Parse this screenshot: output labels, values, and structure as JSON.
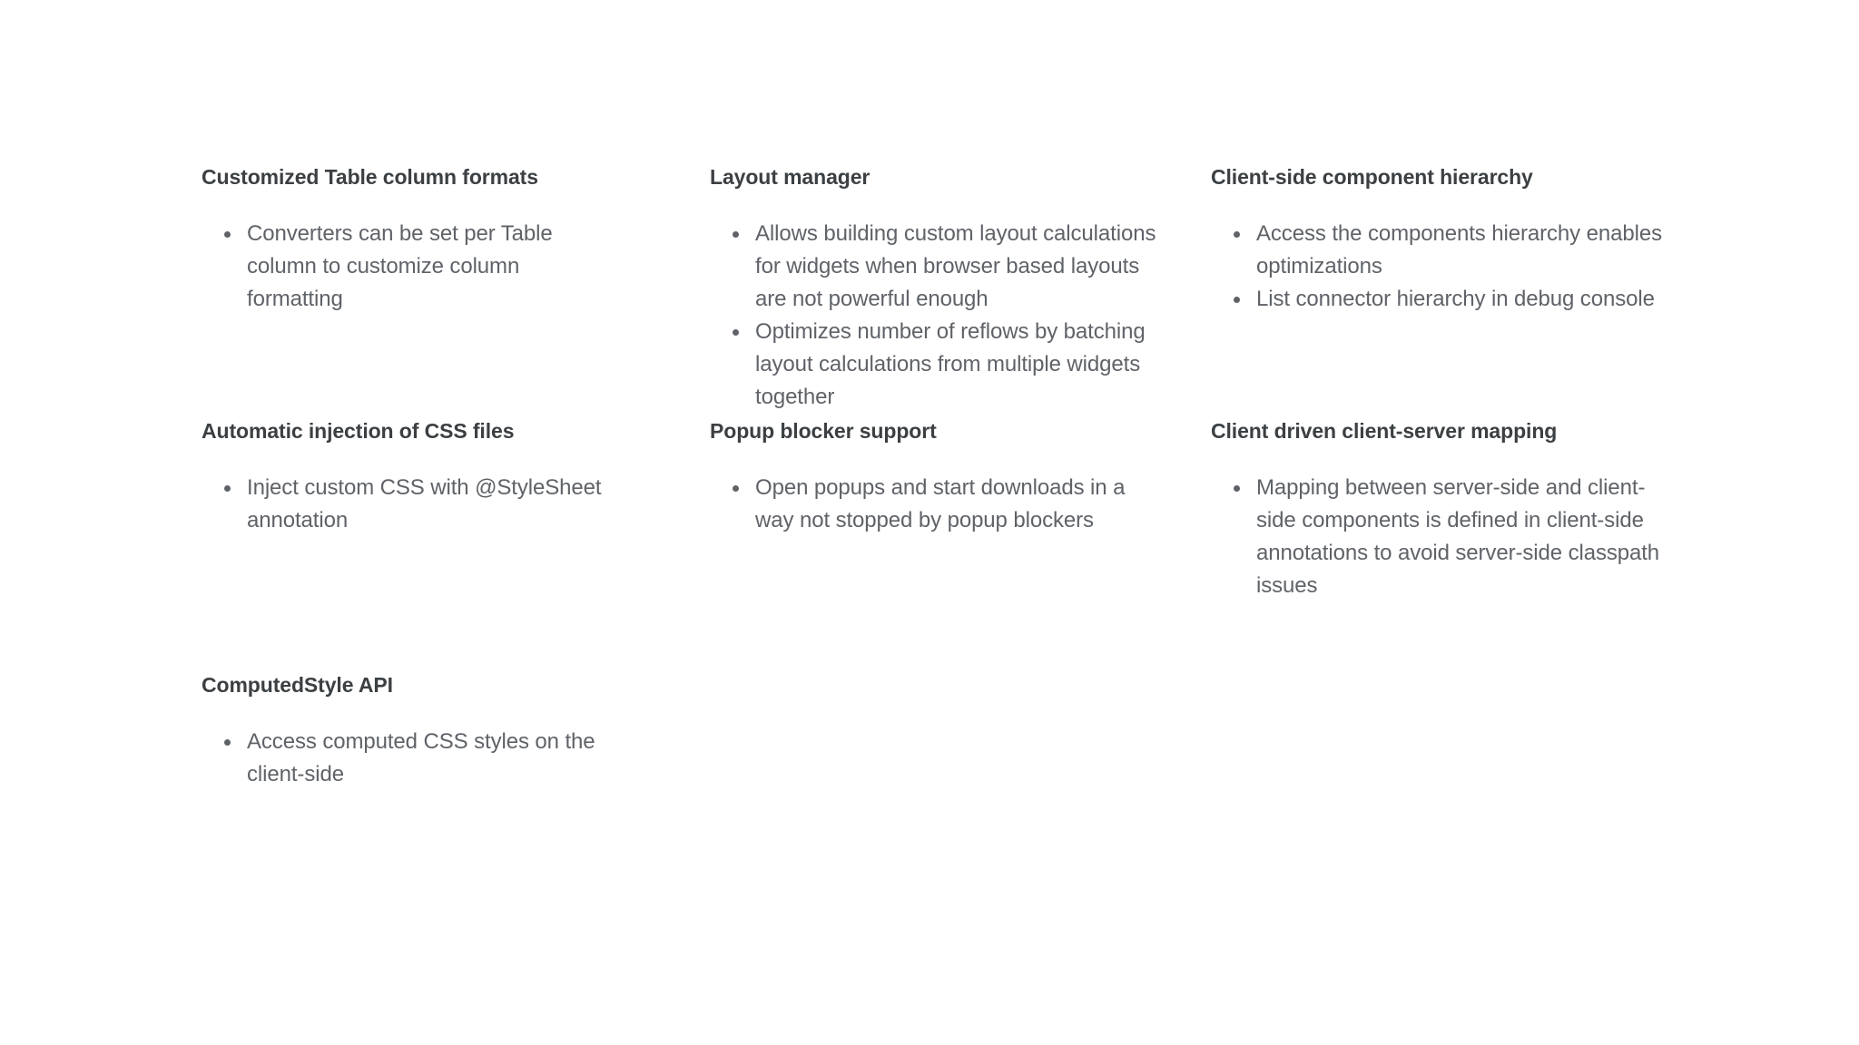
{
  "page": {
    "background_color": "#ffffff",
    "heading_color": "#3c4043",
    "body_text_color": "#5f6368",
    "bullet_color": "#5f6368"
  },
  "grid": {
    "columns": 3,
    "rows": 3,
    "cards": [
      {
        "id": "customized-table-column-formats",
        "heading": "Customized Table column formats",
        "bullets": [
          "Converters can be set per Table column to customize column formatting"
        ]
      },
      {
        "id": "layout-manager",
        "heading": "Layout manager",
        "bullets": [
          "Allows building custom layout calculations for widgets when browser based layouts are not powerful enough",
          "Optimizes number of reflows by batching layout calculations from multiple widgets together"
        ]
      },
      {
        "id": "client-side-component-hierarchy",
        "heading": "Client-side component hierarchy",
        "bullets": [
          "Access the components hierarchy enables optimizations",
          "List connector hierarchy in debug console"
        ]
      },
      {
        "id": "automatic-injection-of-css-files",
        "heading": "Automatic injection of CSS files",
        "bullets": [
          "Inject custom CSS with @StyleSheet annotation"
        ]
      },
      {
        "id": "popup-blocker-support",
        "heading": "Popup blocker support",
        "bullets": [
          "Open popups and start downloads in a way not stopped by popup blockers"
        ]
      },
      {
        "id": "client-driven-client-server-mapping",
        "heading": "Client driven client-server mapping",
        "bullets": [
          "Mapping between server-side and client-side components is defined in client-side annotations to avoid server-side classpath issues"
        ]
      },
      {
        "id": "computedstyle-api",
        "heading": "ComputedStyle API",
        "bullets": [
          "Access computed CSS styles on the client-side"
        ]
      }
    ]
  }
}
